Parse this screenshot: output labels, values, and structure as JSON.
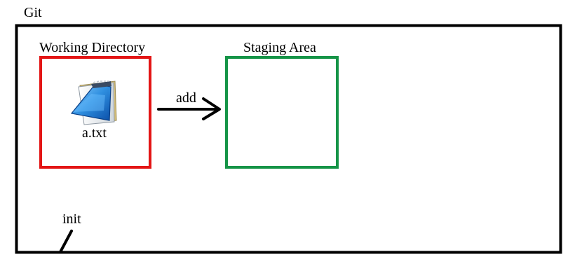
{
  "outer": {
    "title": "Git"
  },
  "working_directory": {
    "title": "Working Directory",
    "file": {
      "icon": "notepad-file-icon",
      "name": "a.txt"
    },
    "border_color": "#e31515"
  },
  "staging_area": {
    "title": "Staging Area",
    "border_color": "#159447"
  },
  "arrow": {
    "label": "add"
  },
  "init": {
    "label": "init"
  }
}
